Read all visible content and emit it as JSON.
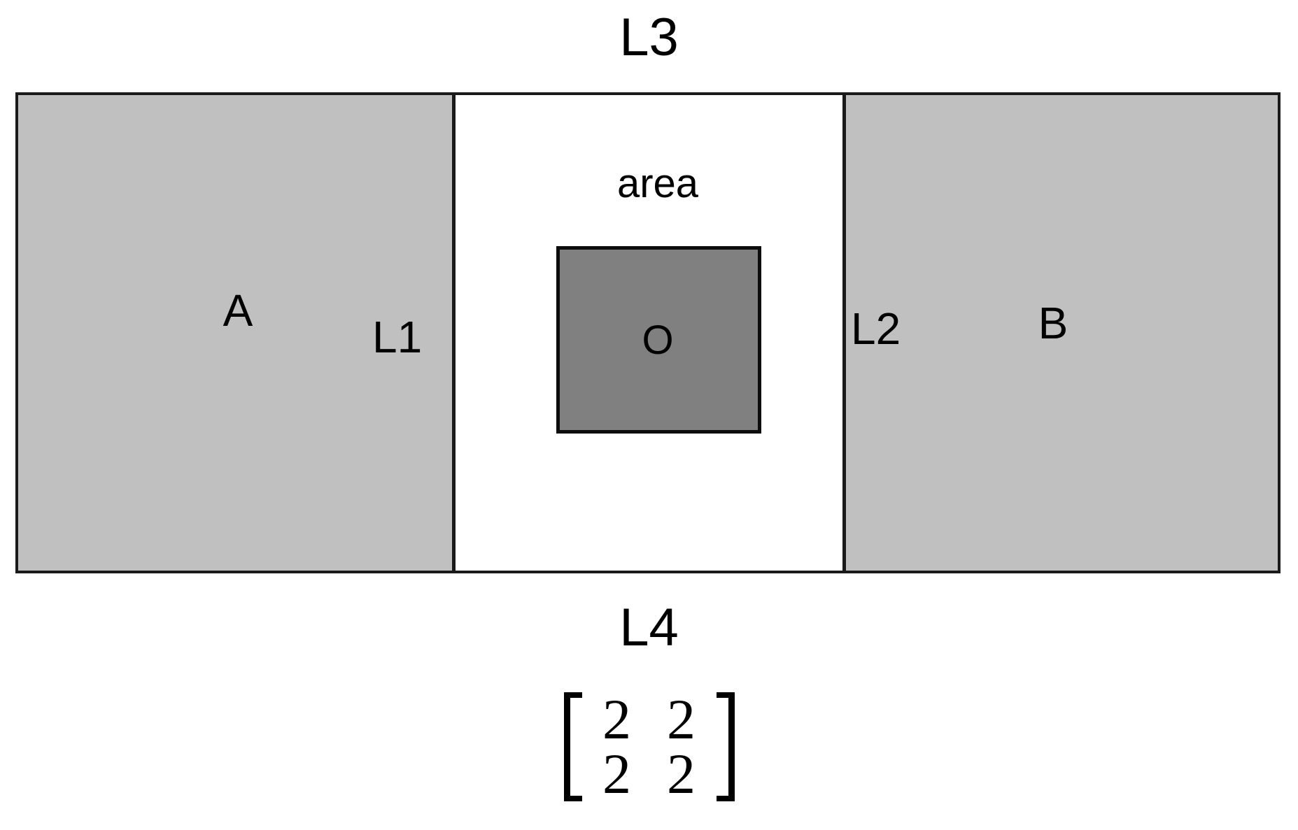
{
  "diagram": {
    "title_top": "L3",
    "title_bottom": "L4",
    "regions": {
      "left": {
        "label": "A",
        "interface_label": "L1",
        "fill": "#c0c0c0"
      },
      "middle": {
        "label": "area",
        "fill": "#ffffff"
      },
      "right": {
        "label": "B",
        "interface_label": "L2",
        "fill": "#c0c0c0"
      },
      "inner": {
        "label": "O",
        "fill": "#808080"
      }
    },
    "colors": {
      "outline": "#1a1a1a",
      "light_gray": "#c0c0c0",
      "dark_gray": "#808080",
      "background": "#ffffff"
    }
  },
  "matrix": {
    "rows": [
      [
        "2",
        "2"
      ],
      [
        "2",
        "2"
      ]
    ],
    "bracket_left": "[",
    "bracket_right": "]"
  }
}
